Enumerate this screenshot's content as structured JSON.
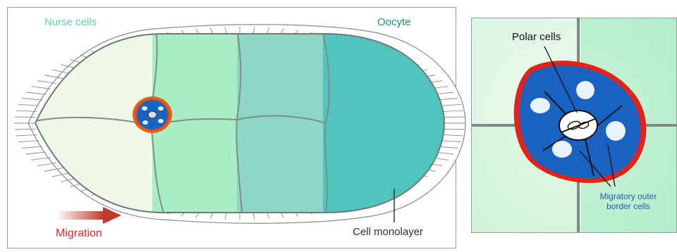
{
  "labels": {
    "nurse_cells": "Nurse cells",
    "oocyte": "Oocyte",
    "migration": "Migration",
    "cell_monolayer": "Cell monolayer",
    "polar_cells": "Polar cells",
    "migratory_outer_border_cells": "Migratory outer border cells"
  },
  "colors": {
    "nurse_cell_light": "#eef7e8",
    "nurse_cell_mid": "#a8edc4",
    "nurse_cell_teal": "#8ed6c6",
    "oocyte": "#52c4be",
    "border_cells_blue": "#1a62c2",
    "border_cells_edge": "#e2231a",
    "migration_arrow": "#c0392b"
  },
  "icons": {
    "migration_arrow": "arrow-right-icon"
  }
}
